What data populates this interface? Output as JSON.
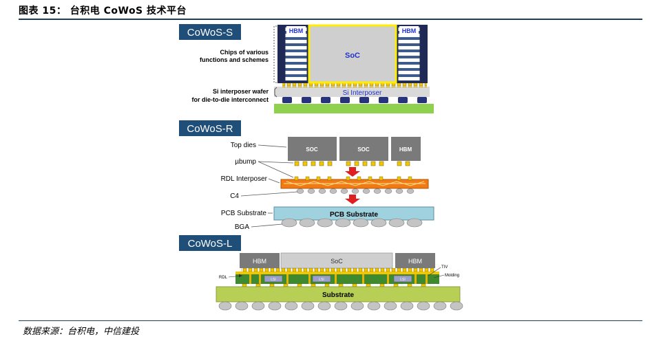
{
  "figure": {
    "title": "图表 15： 台积电 CoWoS 技术平台",
    "source": "数据来源：台积电，中信建投"
  },
  "colors": {
    "tag_bg": "#1f4e79",
    "hbm_label": "#2233cc",
    "soc_gray": "#cfcfcf",
    "interposer_yellow": "#ffee00",
    "pcb_green": "#8fd14f",
    "rdl_orange": "#f07b16",
    "pcb_substrate_blue": "#9fd1de",
    "substrate_lime": "#b8cf55",
    "die_gray": "#7a7a7a"
  },
  "cowos_s": {
    "tag": "CoWoS-S",
    "hbm_left": "HBM",
    "hbm_right": "HBM",
    "soc": "SoC",
    "interposer": "Si Interposer",
    "label_chips_1": "Chips of various",
    "label_chips_2": "functions and schemes",
    "label_wafer_1": "Si interposer wafer",
    "label_wafer_2": "for die-to-die interconnect"
  },
  "cowos_r": {
    "tag": "CoWoS-R",
    "die_soc_1": "SOC",
    "die_soc_2": "SOC",
    "die_hbm": "HBM",
    "pcb_substrate": "PCB Substrate",
    "label_top_dies": "Top dies",
    "label_ubump": "µbump",
    "label_rdl": "RDL Interposer",
    "label_c4": "C4",
    "label_pcb": "PCB Substrate",
    "label_bga": "BGA"
  },
  "cowos_l": {
    "tag": "CoWoS-L",
    "hbm_left": "HBM",
    "soc": "SoC",
    "hbm_right": "HBM",
    "substrate": "Substrate",
    "label_rdl": "RDL",
    "label_tiv": "TIV",
    "label_molding": "Molding",
    "lsi_1": "LSI",
    "lsi_2": "LSI",
    "lsi_3": "LSI"
  }
}
